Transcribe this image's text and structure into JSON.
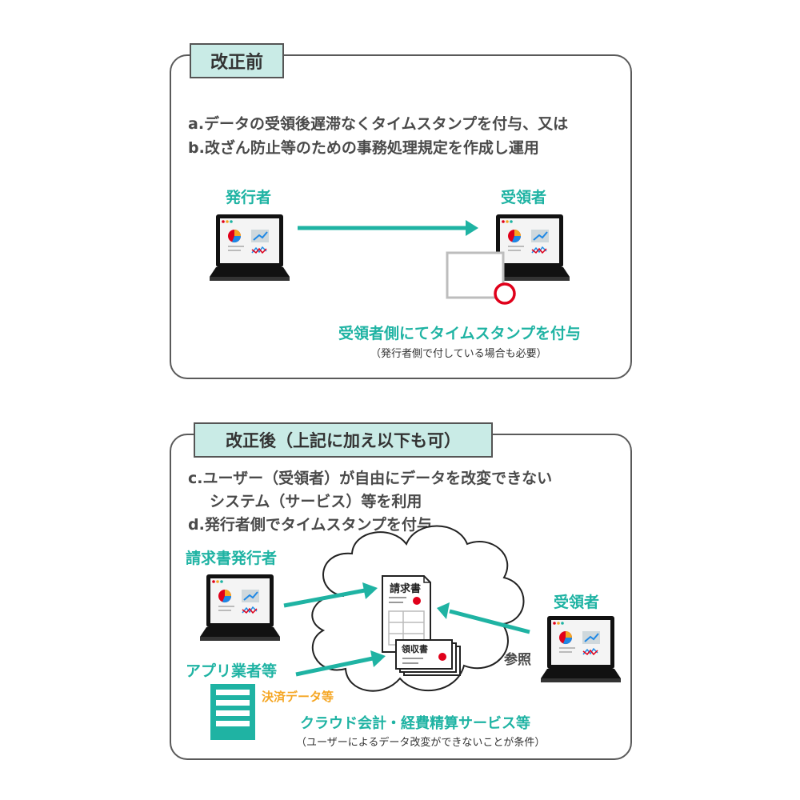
{
  "before": {
    "title": "改正前",
    "rule_a": "a.データの受領後遅滞なくタイムスタンプを付与、又は",
    "rule_b": "b.改ざん防止等のための事務処理規定を作成し運用",
    "issuer_label": "発行者",
    "receiver_label": "受領者",
    "stamp_caption": "受領者側にてタイムスタンプを付与",
    "stamp_note": "（発行者側で付している場合も必要）"
  },
  "after": {
    "title": "改正後（上記に加え以下も可）",
    "rule_c1": "c.ユーザー（受領者）が自由にデータを改変できない",
    "rule_c2": "システム（サービス）等を利用",
    "rule_d": "d.発行者側でタイムスタンプを付与",
    "invoice_issuer_label": "請求書発行者",
    "app_vendor_label": "アプリ業者等",
    "payment_data_label": "決済データ等",
    "receiver_label": "受領者",
    "reference_label": "参照",
    "invoice_doc_label": "請求書",
    "receipt_doc_label": "領収書",
    "service_label": "クラウド会計・経費精算サービス等",
    "service_note": "（ユーザーによるデータ改変ができないことが条件）"
  },
  "colors": {
    "teal": "#1fb3a3",
    "tab_fill": "#c9ebe6",
    "orange": "#f5a623",
    "stamp_red": "#e0001a"
  }
}
